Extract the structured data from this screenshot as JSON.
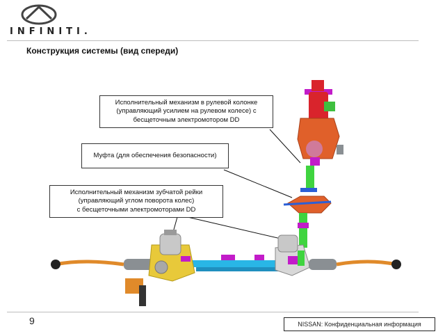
{
  "header": {
    "brand": "INFINITI.",
    "logo_icon": "infiniti-emblem-icon"
  },
  "slide": {
    "title": "Конструкция системы (вид спереди)",
    "page_number": "9"
  },
  "callouts": {
    "column_actuator": [
      "Исполнительный механизм в рулевой колонке",
      "(управляющий усилием на рулевом колесе) с",
      "бесщеточным электромотором DD"
    ],
    "clutch": [
      "Муфта (для обеспечения безопасности)"
    ],
    "rack_actuator": [
      "Исполнительный механизм зубчатой рейки",
      "(управляющий углом поворота колес)",
      "с бесщеточными электромоторами DD"
    ]
  },
  "footer": {
    "confidential": "NISSAN: Конфиденциальная информация"
  },
  "colors": {
    "column_housing": "#e0602a",
    "column_top": "#d9242c",
    "rack_bar": "#29b6e6",
    "tie_rod": "#e08a2a",
    "boot": "#8a8f93",
    "shaft": "#3fd43f",
    "accent_magenta": "#c21cc9",
    "motor": "#c8c8c8",
    "yellow_housing": "#e8c93a",
    "bracket": "#2b5fd6"
  }
}
